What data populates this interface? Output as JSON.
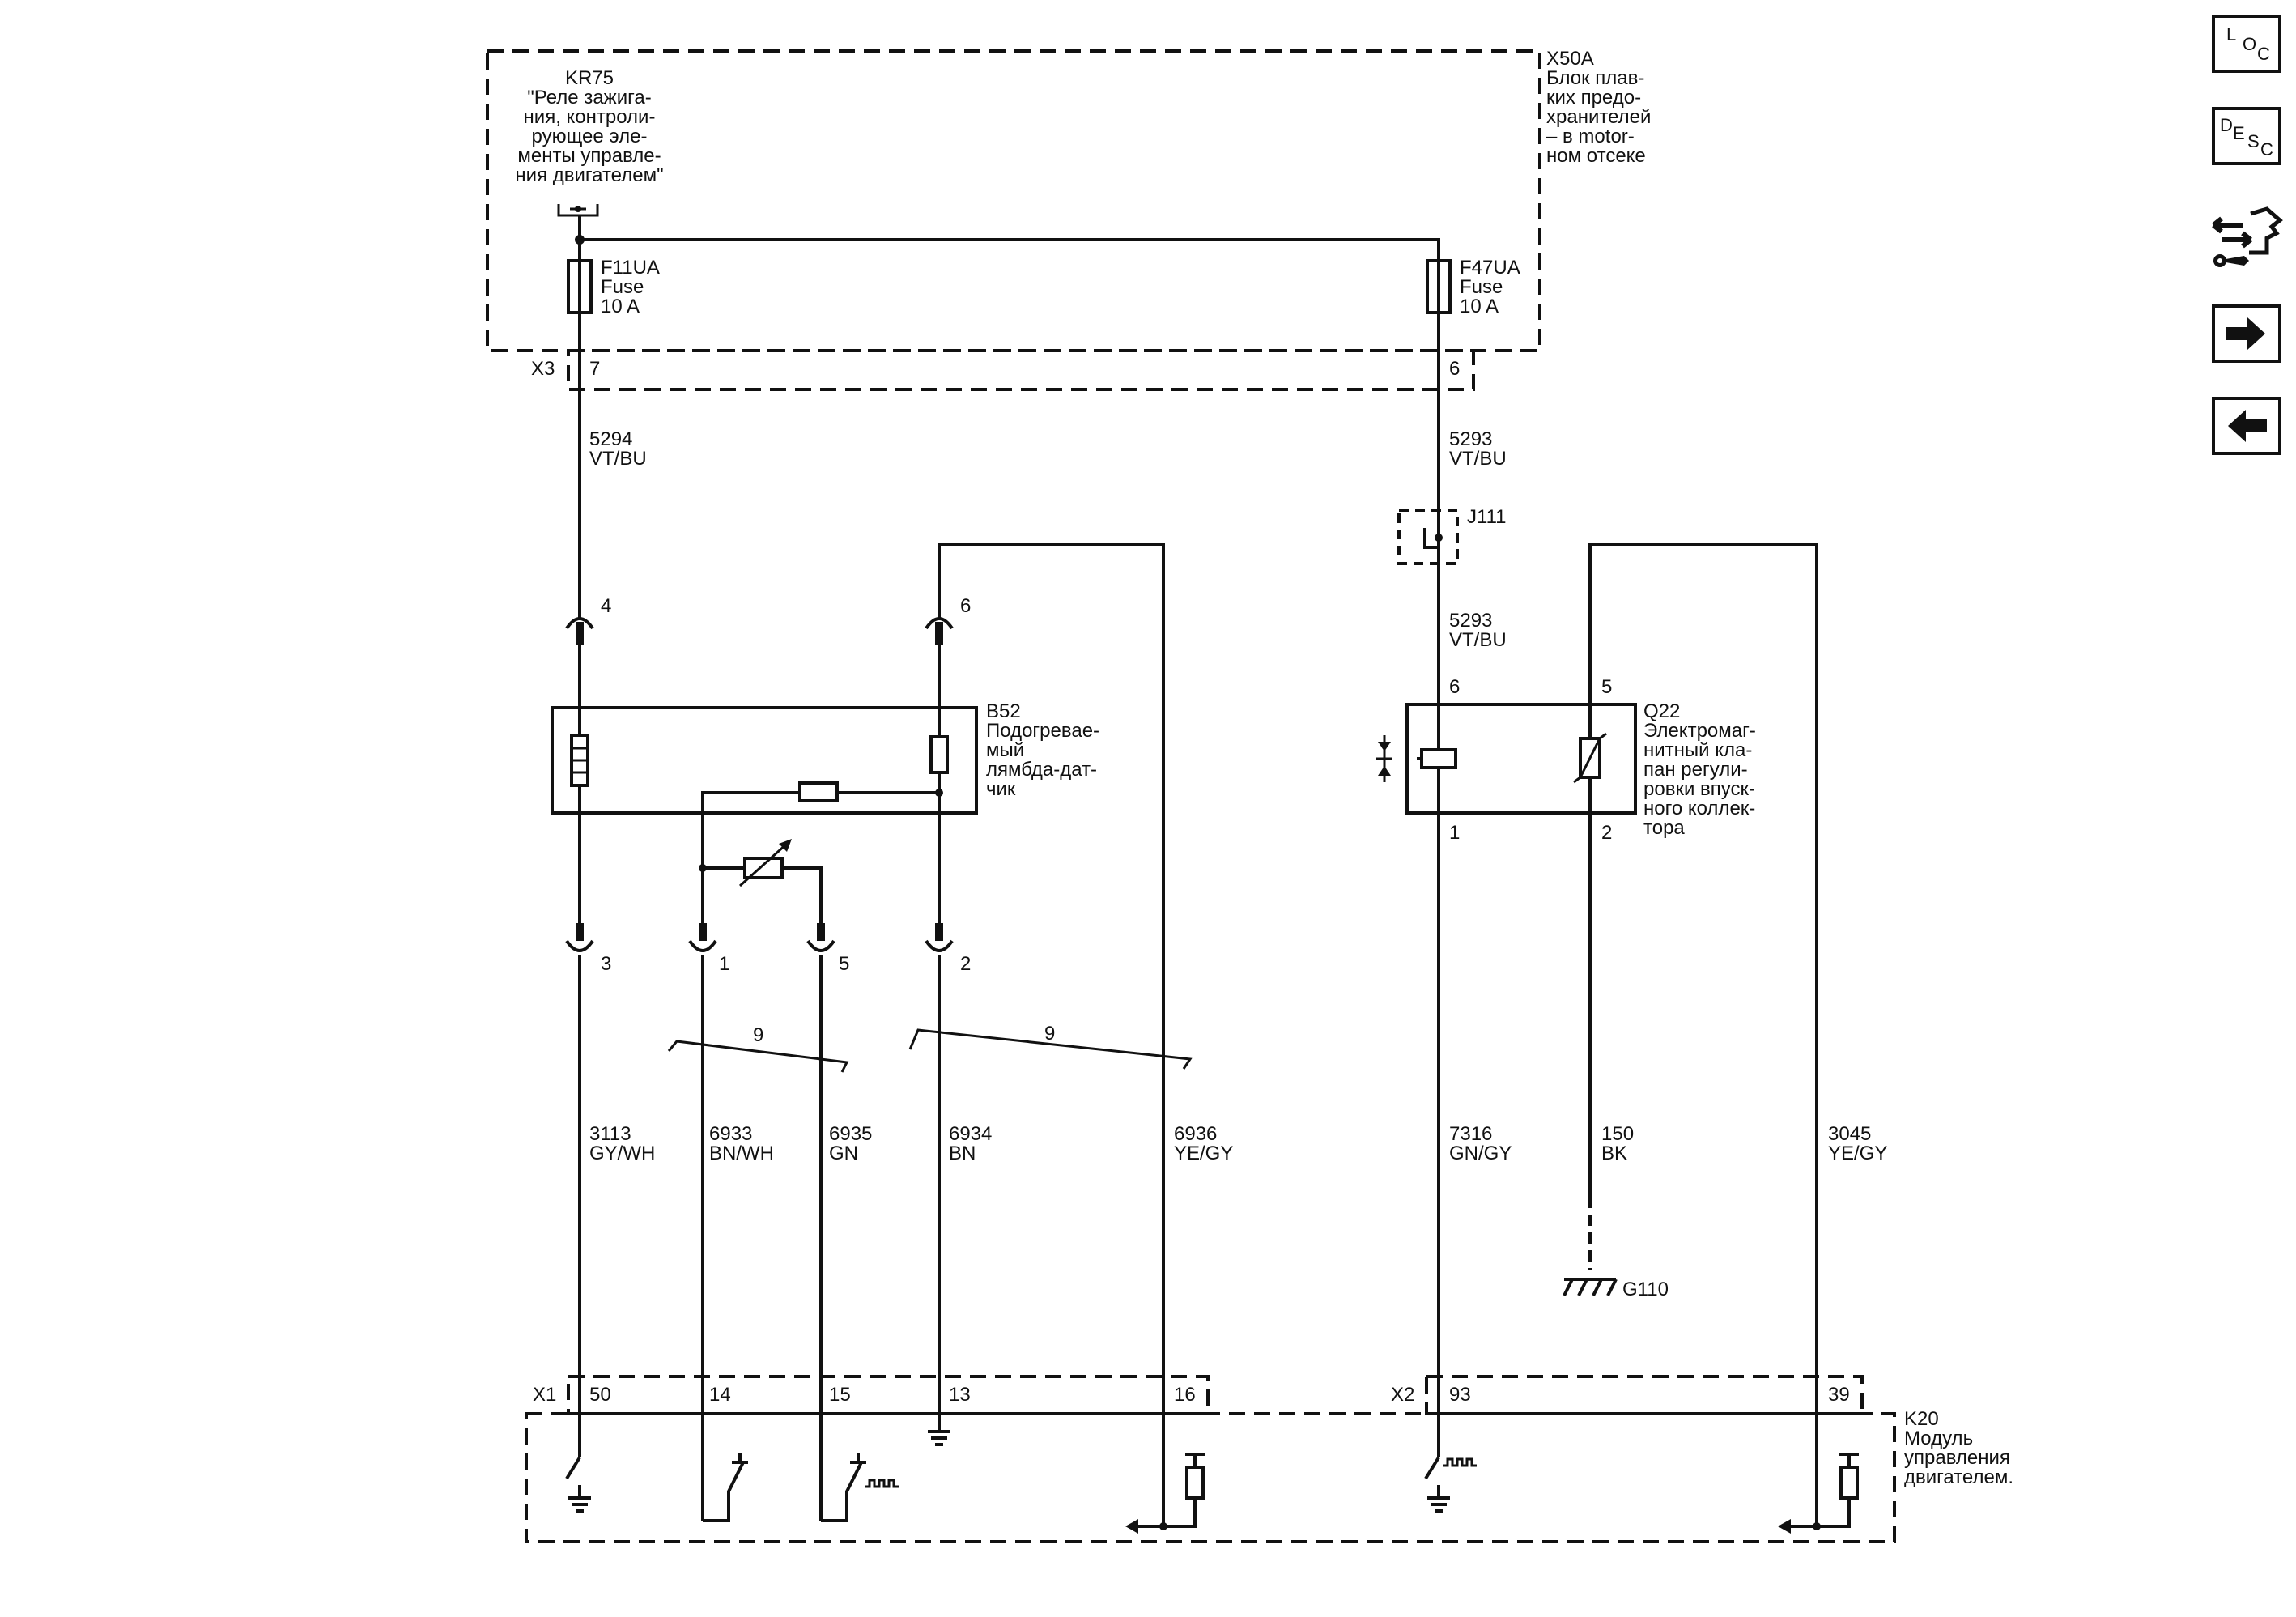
{
  "components": {
    "kr75": {
      "id": "KR75",
      "desc": [
        "\"Реле зажига-",
        "ния, контроли-",
        "рующее эле-",
        "менты управле-",
        "ния двигателем\""
      ]
    },
    "x50a": {
      "id": "X50A",
      "desc": [
        "Блок плав-",
        "ких предо-",
        "хранителей",
        "– в motor-",
        "ном отсеке"
      ]
    },
    "f11ua": {
      "id": "F11UA",
      "type": "Fuse",
      "rating": "10 A"
    },
    "f47ua": {
      "id": "F47UA",
      "type": "Fuse",
      "rating": "10 A"
    },
    "b52": {
      "id": "B52",
      "desc": [
        "Подогревае-",
        "мый",
        "лямбда-дат-",
        "чик"
      ]
    },
    "q22": {
      "id": "Q22",
      "desc": [
        "Электромаг-",
        "нитный кла-",
        "пан регули-",
        "ровки впуск-",
        "ного коллек-",
        "тора"
      ]
    },
    "k20": {
      "id": "K20",
      "desc": [
        "Модуль",
        "управления",
        "двигателем."
      ]
    },
    "j111": {
      "id": "J111"
    },
    "g110": {
      "id": "G110"
    }
  },
  "connectors": {
    "x3": "X3",
    "x1": "X1",
    "x2": "X2"
  },
  "pins": {
    "x3_7": "7",
    "x3_6": "6",
    "b52_4": "4",
    "b52_6": "6",
    "b52_3": "3",
    "b52_1": "1",
    "b52_5": "5",
    "b52_2": "2",
    "q22_6": "6",
    "q22_5": "5",
    "q22_1": "1",
    "q22_2": "2",
    "x1_50": "50",
    "x1_14": "14",
    "x1_15": "15",
    "x1_13": "13",
    "x1_16": "16",
    "x2_93": "93",
    "x2_39": "39"
  },
  "twisted_pairs": [
    "9",
    "9"
  ],
  "wires": {
    "w5294": {
      "circuit": "5294",
      "color": "VT/BU"
    },
    "w5293a": {
      "circuit": "5293",
      "color": "VT/BU"
    },
    "w5293b": {
      "circuit": "5293",
      "color": "VT/BU"
    },
    "w3113": {
      "circuit": "3113",
      "color": "GY/WH"
    },
    "w6933": {
      "circuit": "6933",
      "color": "BN/WH"
    },
    "w6935": {
      "circuit": "6935",
      "color": "GN"
    },
    "w6934": {
      "circuit": "6934",
      "color": "BN"
    },
    "w6936": {
      "circuit": "6936",
      "color": "YE/GY"
    },
    "w7316": {
      "circuit": "7316",
      "color": "GN/GY"
    },
    "w150": {
      "circuit": "150",
      "color": "BK"
    },
    "w3045": {
      "circuit": "3045",
      "color": "YE/GY"
    }
  },
  "nav": {
    "loc": {
      "icon": "loc-icon",
      "letters": [
        "L",
        "O",
        "C"
      ]
    },
    "desc": {
      "icon": "desc-icon",
      "letters": [
        "D",
        "E",
        "S",
        "C"
      ]
    },
    "connector_view": {
      "icon": "connector-wrench-icon"
    },
    "next": {
      "icon": "arrow-right-icon"
    },
    "prev": {
      "icon": "arrow-left-icon"
    }
  }
}
